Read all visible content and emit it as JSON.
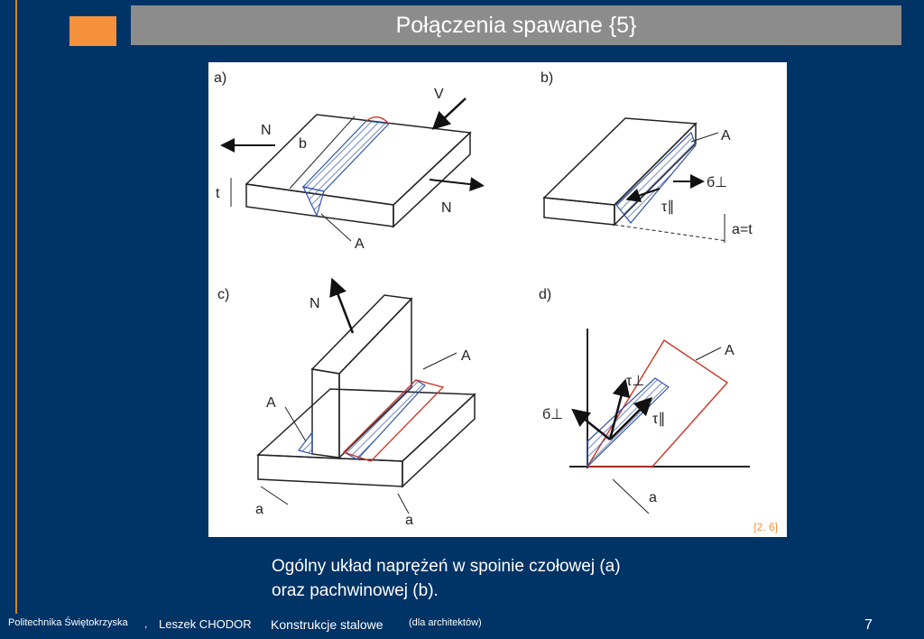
{
  "slide": {
    "title": "Połączenia spawane {5}",
    "page_number": "7"
  },
  "figure": {
    "citation": "[2. 6]",
    "panel_labels": {
      "a": "a)",
      "b": "b)",
      "c": "c)",
      "d": "d)"
    },
    "labels": {
      "N": "N",
      "V": "V",
      "b": "b",
      "t": "t",
      "A": "A",
      "a": "a",
      "at": "a=t",
      "sigma_perp": "б⊥",
      "tau_par": "τ∥",
      "tau_perp": "τ⊥"
    }
  },
  "caption": {
    "line1": "Ogólny układ naprężeń w spoinie czołowej (a)",
    "line2": "oraz pachwinowej (b)."
  },
  "footer": {
    "institution": "Politechnika Świętokrzyska",
    "separator": ",",
    "author": "Leszek CHODOR",
    "course": "Konstrukcje stalowe",
    "subtitle": "(dla architektów)"
  },
  "colors": {
    "background": "#003366",
    "accent_orange": "#f4913a",
    "title_bar": "#8c8c8c",
    "weld_blue": "#3355aa",
    "weld_red": "#cc3322"
  }
}
